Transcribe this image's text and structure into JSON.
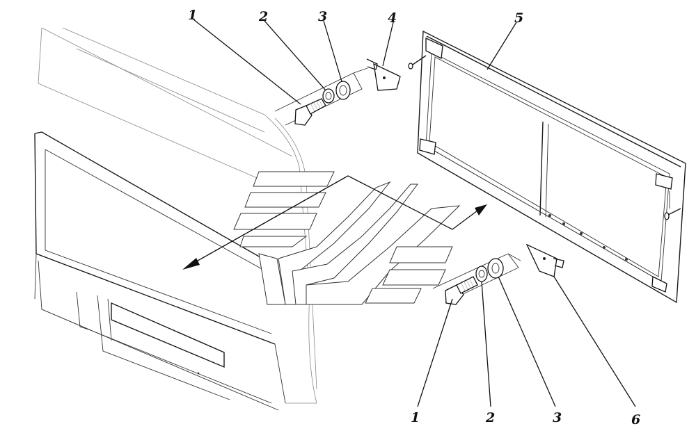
{
  "callouts": {
    "top_1": "1",
    "top_2": "2",
    "top_3": "3",
    "top_4": "4",
    "top_5": "5",
    "bottom_1": "1",
    "bottom_2": "2",
    "bottom_3": "3",
    "bottom_6": "6"
  },
  "colors": {
    "line": "#1a1a1a",
    "background": "#ffffff",
    "logo_fill": "#ffffff"
  }
}
